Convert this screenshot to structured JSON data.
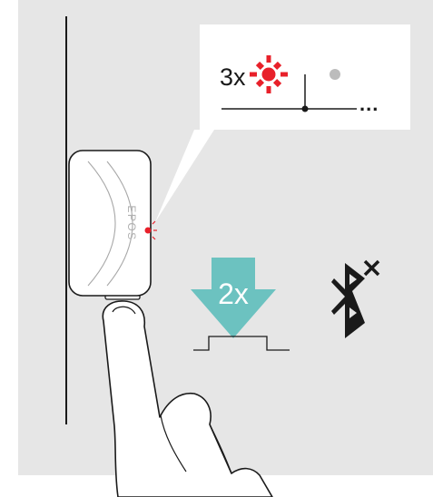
{
  "callout": {
    "blink_count": "3x",
    "led_color": "#e8202a",
    "idle_dot_color": "#bcbcbc",
    "ellipsis": "..."
  },
  "device": {
    "brand": "EPOS",
    "led_color": "#e8202a"
  },
  "press_arrow": {
    "count": "2x",
    "arrow_color": "#6cc2c0"
  },
  "icons": {
    "bluetooth": "bluetooth-disconnected-icon"
  },
  "colors": {
    "panel_background": "#e6e6e6",
    "page_background": "#ffffff",
    "line": "#1a1a1a"
  }
}
